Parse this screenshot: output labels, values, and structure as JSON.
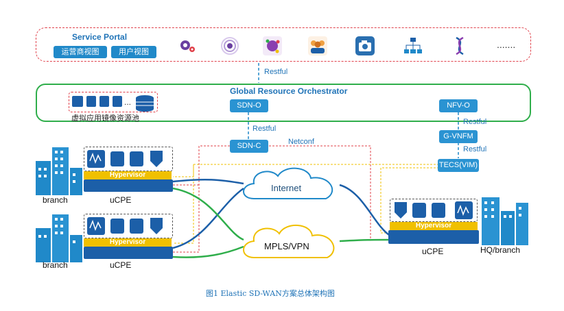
{
  "service_portal": {
    "title": "Service Portal",
    "buttons": [
      "运营商视图",
      "用户视图"
    ],
    "icons": [
      "settings-gears-icon",
      "broadcast-icon",
      "global-network-icon",
      "users-group-icon",
      "camera-icon",
      "org-chart-icon",
      "dna-icon",
      "more-icon"
    ],
    "more_label": "......."
  },
  "restful_label": "Restful",
  "orchestrator": {
    "title": "Global Resource Orchestrator",
    "sdn_o": "SDN-O",
    "nfv_o": "NFV-O",
    "pool_label": "虚拟应用镜像资源池"
  },
  "sdn_c": "SDN-C",
  "netconf": "Netconf",
  "g_vnfm": "G-VNFM",
  "tecs": "TECS(VIM)",
  "hypervisor": "Hypervisor",
  "sites": {
    "branch1": "branch",
    "branch2": "branch",
    "hq": "HQ/branch",
    "ucpe": "uCPE"
  },
  "networks": {
    "internet": "Internet",
    "mpls": "MPLS/VPN"
  },
  "caption": "图1 Elastic SD-WAN方案总体架构图",
  "colors": {
    "blue": "#2089c9",
    "green": "#2fae4b",
    "red": "#e0404a",
    "yellow": "#f0c000",
    "dark_blue": "#1c5fa8"
  }
}
